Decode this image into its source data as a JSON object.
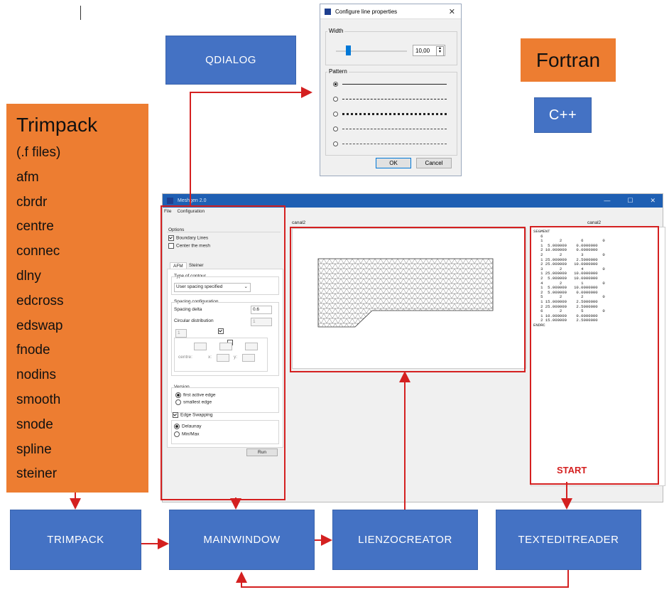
{
  "trimpack_panel": {
    "title": "Trimpack",
    "items": [
      "(.f files)",
      "afm",
      "cbrdr",
      "centre",
      "connec",
      "dlny",
      "edcross",
      "edswap",
      "fnode",
      "nodins",
      "smooth",
      "snode",
      "spline",
      "steiner"
    ]
  },
  "legend": {
    "fortran": "Fortran",
    "cpp": "C++"
  },
  "modules": {
    "qdialog": "QDIALOG",
    "trimpack": "TRIMPACK",
    "mainwindow": "MAINWINDOW",
    "lienzocreator": "LIENZOCREATOR",
    "texteditreader": "TEXTEDITREADER"
  },
  "start_label": "START",
  "dialog": {
    "title": "Configure line properties",
    "close": "✕",
    "width_label": "Width",
    "width_value": "10,00",
    "pattern_label": "Pattern",
    "ok": "OK",
    "cancel": "Cancel"
  },
  "app": {
    "title": "Meshgen 2.0",
    "controls": [
      "—",
      "☐",
      "✕"
    ],
    "menu": [
      "File",
      "Configuration"
    ],
    "options_label": "Options",
    "boundary_lines": "Boundary Lines",
    "center_mesh": "Center the mesh",
    "tabs": [
      "AFM",
      "Steiner"
    ],
    "type_of_contour": "Type of contour",
    "contour_value": "User spacing specified",
    "spacing_configuration": "Spacing configuration",
    "spacing_delta": "Spacing delta",
    "spacing_delta_value": "0.6",
    "circular_distribution": "Circular distribution",
    "circular_value": "1",
    "small_field": "1",
    "centre_label": "centre:",
    "x_label": "x:",
    "y_label": "y:",
    "version_label": "Version",
    "first_active_edge": "first active edge",
    "smallest_edge": "smallest edge",
    "edge_swapping": "Edge Swapping",
    "delaunay": "Delaunay",
    "minmax": "Min/Max",
    "run": "Run",
    "canvas_left_label": "canal2",
    "canvas_right_label": "canal2",
    "segment_text": "SEGMENT\n   6\n   1       2        6        0\n   1  5.000000    0.0000000\n   2 10.000000    0.0000000\n   2       2        3        0\n   1 25.000000    2.5000000\n   2 25.000000   10.0000000\n   3       2        4        0\n   1 25.000000   10.0000000\n   2  5.000000   10.0000000\n   4       2        1        0\n   1  5.000000   10.0000000\n   2  5.000000    0.0000000\n   5       2        2        0\n   1 15.000000    2.5000000\n   2 25.000000    2.5000000\n   6       2        5        0\n   1 10.000000    0.0000000\n   2 15.000000    2.5000000\nENDRC"
  },
  "colors": {
    "blue": "#4472c4",
    "orange": "#ed7d31",
    "red": "#d42020",
    "title_bar": "#1e5fb3"
  }
}
